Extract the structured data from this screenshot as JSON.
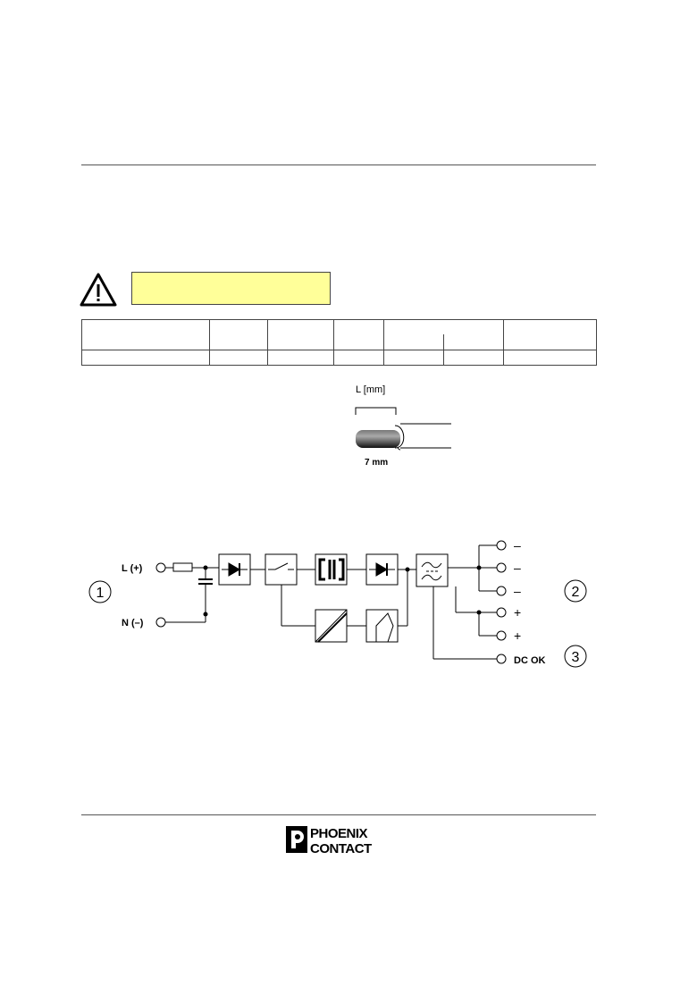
{
  "diagram": {
    "input_live": "L (+)",
    "input_neutral": "N (–)",
    "output_minus": "–",
    "output_plus": "+",
    "status_output": "DC OK",
    "callouts": [
      "1",
      "2",
      "3"
    ]
  },
  "wire_strip": {
    "length_label": "L [mm]",
    "strip_length": "7 mm"
  },
  "footer": {
    "logo_line1": "PHOENIX",
    "logo_line2": "CONTACT"
  },
  "colors": {
    "warning_fill": "#ffff99",
    "line": "#000000"
  }
}
